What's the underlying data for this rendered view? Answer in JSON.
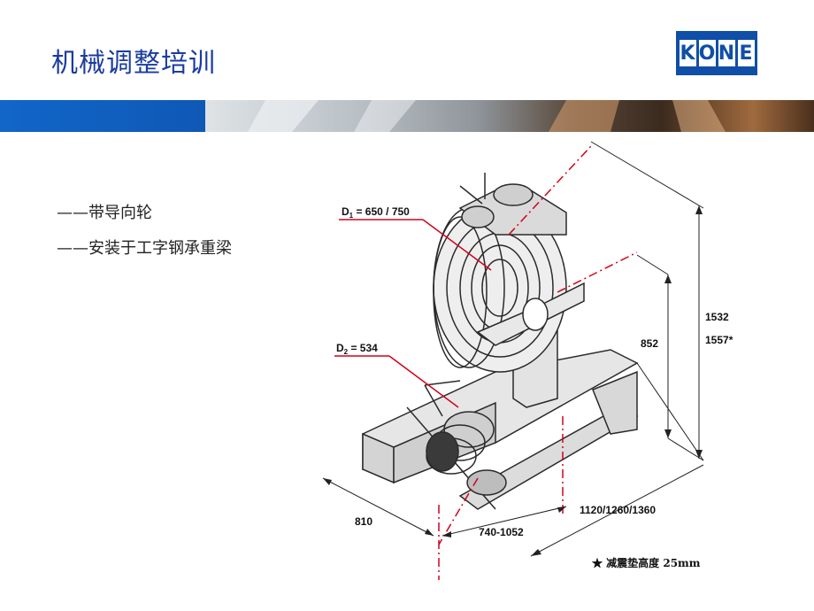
{
  "title": "机械调整培训",
  "logo": {
    "letters": [
      "K",
      "O",
      "N",
      "E"
    ]
  },
  "bullets": [
    {
      "dash": "——",
      "text": "带导向轮"
    },
    {
      "dash": "——",
      "text": "安装于工字钢承重梁"
    }
  ],
  "drawing": {
    "labels": {
      "d1": "D",
      "d1_sub": "1",
      "d1_value": " = 650 / 750",
      "d2": "D",
      "d2_sub": "2",
      "d2_value": " = 534",
      "h1": "1532",
      "h2": "1557*",
      "h852": "852",
      "w810": "810",
      "w740": "740-1052",
      "w1120": "1120/1260/1360",
      "note": "★ 减震垫高度 25mm"
    },
    "colors": {
      "accent": "#d0021b",
      "line": "#222222"
    }
  }
}
